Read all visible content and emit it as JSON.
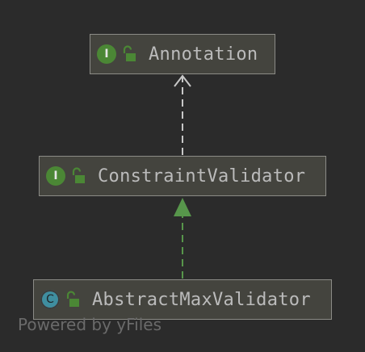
{
  "diagram": {
    "nodes": [
      {
        "id": "annotation",
        "label": "Annotation",
        "kind_icon": "I",
        "kind": "interface",
        "access_icon": "unlock-icon"
      },
      {
        "id": "constraint",
        "label": "ConstraintValidator",
        "kind_icon": "I",
        "kind": "interface",
        "access_icon": "unlock-icon"
      },
      {
        "id": "abstract",
        "label": "AbstractMaxValidator",
        "kind_icon": "C",
        "kind": "class",
        "access_icon": "unlock-icon"
      }
    ],
    "edges": [
      {
        "from": "constraint",
        "to": "annotation",
        "style": "dashed",
        "arrow": "open",
        "color": "#c8c8c8"
      },
      {
        "from": "abstract",
        "to": "constraint",
        "style": "dashed",
        "arrow": "filled",
        "color": "#57964b"
      }
    ]
  },
  "watermark": "Powered by yFiles",
  "colors": {
    "background": "#2b2b2b",
    "node_fill": "#44443e",
    "node_border": "#8b8b86",
    "interface_badge": "#4b8735",
    "class_badge": "#3f8ea0",
    "lock": "#4b8735"
  }
}
